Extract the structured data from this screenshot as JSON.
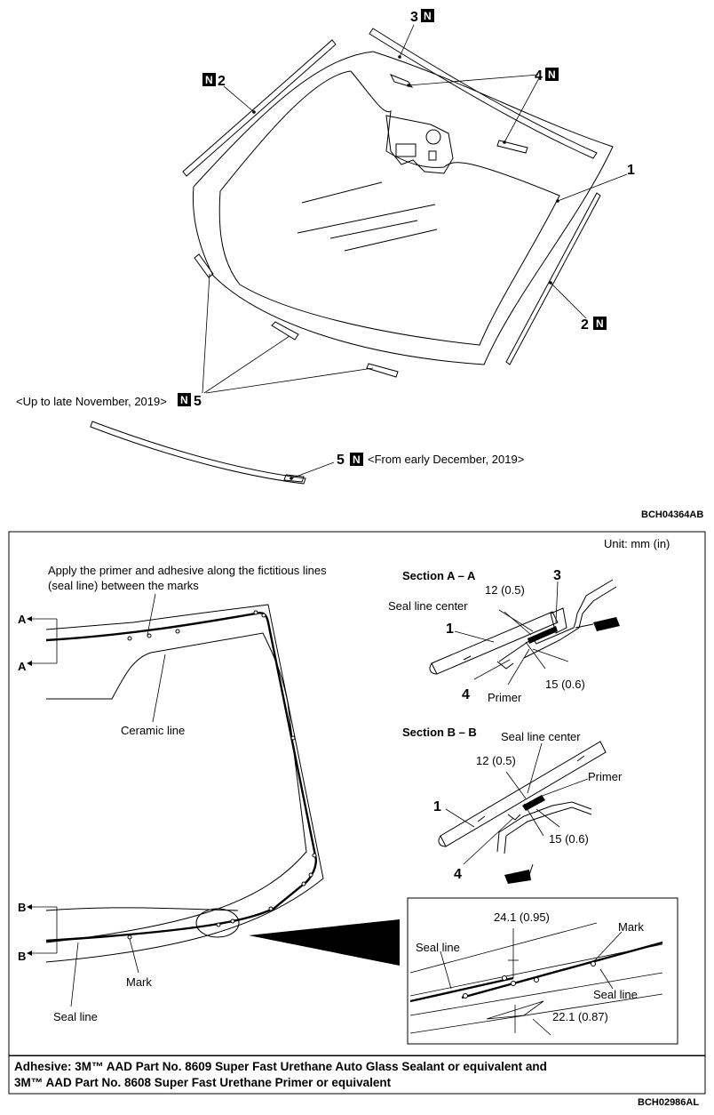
{
  "top_figure": {
    "callouts": {
      "c1": "1",
      "c2_left": "2",
      "c2_right": "2",
      "c3": "3",
      "c4": "4",
      "c5_top": "5",
      "c5_bottom": "5"
    },
    "new_part_mark": "N",
    "note_up_to": "<Up to late November, 2019>",
    "note_from": "<From early December, 2019>",
    "figure_code": "BCH04364AB"
  },
  "bottom_figure": {
    "unit": "Unit: mm (in)",
    "instruction_line1": "Apply the primer and adhesive along the fictitious lines",
    "instruction_line2": "(seal line) between the marks",
    "section_marks": {
      "a": "A",
      "b": "B"
    },
    "ceramic_line": "Ceramic line",
    "mark": "Mark",
    "seal_line": "Seal line",
    "section_a": {
      "title": "Section A – A",
      "dim_12": "12 (0.5)",
      "seal_line_center": "Seal line center",
      "dim_15": "15 (0.6)",
      "primer": "Primer",
      "c1": "1",
      "c3": "3",
      "c4": "4"
    },
    "section_b": {
      "title": "Section B – B",
      "seal_line_center": "Seal line center",
      "dim_12": "12 (0.5)",
      "primer": "Primer",
      "dim_15": "15 (0.6)",
      "c1": "1",
      "c4": "4"
    },
    "detail": {
      "dim_24": "24.1 (0.95)",
      "seal_line_left": "Seal line",
      "mark": "Mark",
      "seal_line_right": "Seal line",
      "dim_22": "22.1 (0.87)"
    },
    "adhesive_line1": "Adhesive: 3M™ AAD Part No. 8609 Super Fast Urethane Auto Glass Sealant or equivalent and",
    "adhesive_line2": "3M™ AAD Part No. 8608 Super Fast Urethane Primer or equivalent",
    "figure_code": "BCH02986AL"
  }
}
